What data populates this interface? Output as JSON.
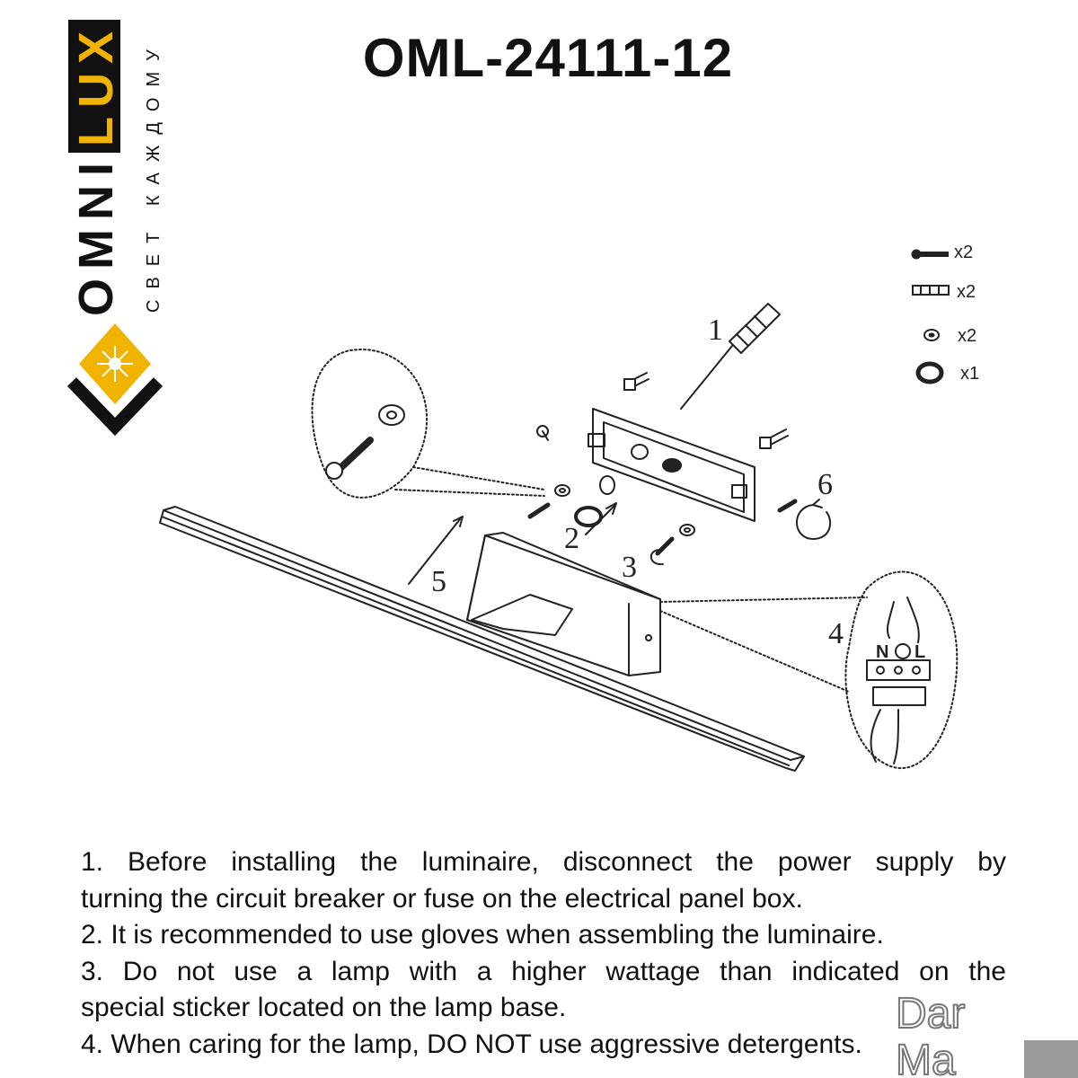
{
  "brand": {
    "lux": "LUX",
    "omni": "OMNI",
    "tagline": "СВЕТ КАЖДОМУ",
    "colors": {
      "accent": "#f0b400",
      "dark": "#111111"
    }
  },
  "title": "OML-24111-12",
  "parts": [
    {
      "icon": "screw-icon",
      "qty": "x2"
    },
    {
      "icon": "wall-plug-icon",
      "qty": "x2"
    },
    {
      "icon": "washer-icon",
      "qty": "x2"
    },
    {
      "icon": "rubber-ring-icon",
      "qty": "x1"
    }
  ],
  "steps": [
    "1",
    "2",
    "3",
    "4",
    "5",
    "6"
  ],
  "wiring": {
    "neutral": "N",
    "live": "L"
  },
  "instructions": [
    "1. Before installing the luminaire, disconnect the power supply by",
    "turning the circuit breaker or fuse on the electrical panel box.",
    "2. It is recommended to use gloves when assembling the luminaire.",
    "3. Do not use a lamp with a higher wattage than indicated on the",
    "special sticker located on the lamp base.",
    "4. When caring for the lamp, DO NOT use aggressive detergents."
  ],
  "watermark": {
    "line1": "Dar",
    "line2": "Ma"
  }
}
